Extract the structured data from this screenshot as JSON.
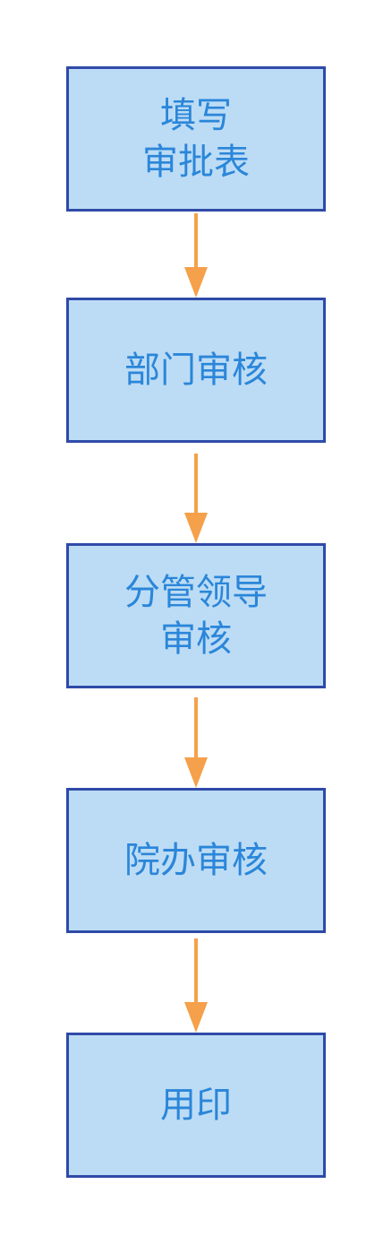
{
  "colors": {
    "box_fill": "#bcdcf5",
    "box_border": "#2f4aa8",
    "text": "#2b86d9",
    "arrow": "#f5a04a"
  },
  "steps": [
    {
      "lines": [
        "填写",
        "审批表"
      ]
    },
    {
      "lines": [
        "部门审核"
      ]
    },
    {
      "lines": [
        "分管领导",
        "审核"
      ]
    },
    {
      "lines": [
        "院办审核"
      ]
    },
    {
      "lines": [
        "用印"
      ]
    }
  ]
}
